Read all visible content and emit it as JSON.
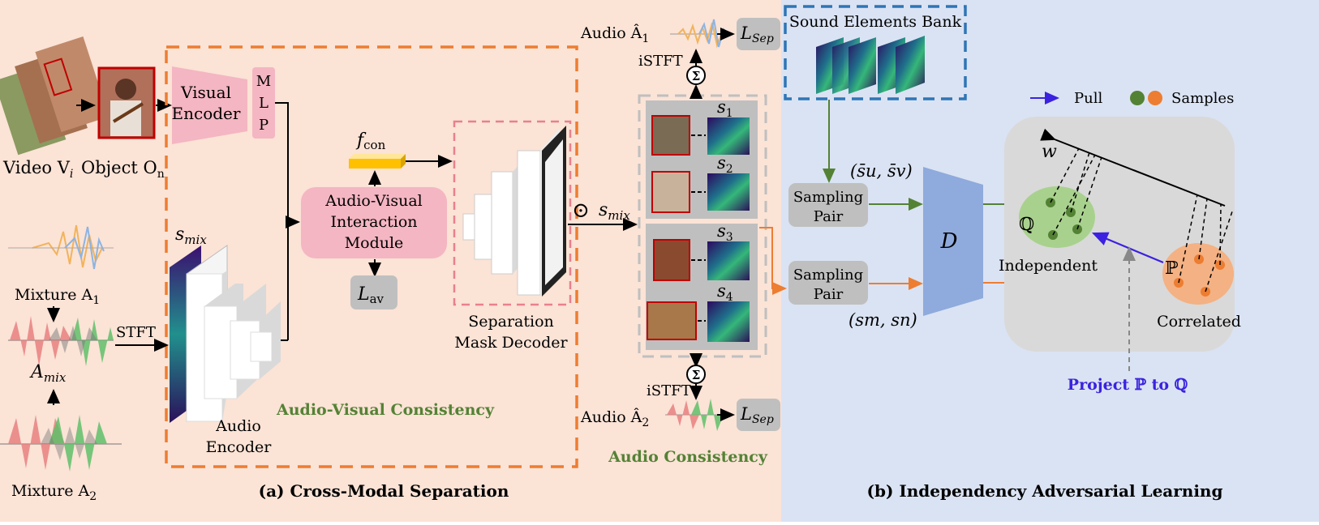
{
  "panel_a": {
    "caption": "(a) Cross-Modal Separation",
    "video_label": "Video V",
    "video_sub": "i",
    "object_label": "Object O",
    "object_sub": "n",
    "visual_encoder_line1": "Visual",
    "visual_encoder_line2": "Encoder",
    "mlp_m": "M",
    "mlp_l": "L",
    "mlp_p": "P",
    "f_con": "f",
    "f_con_sub": "con",
    "avim_line1": "Audio-Visual",
    "avim_line2": "Interaction",
    "avim_line3": "Module",
    "loss_av": "L",
    "loss_av_sub": "av",
    "s_mix": "s",
    "s_mix_sub": "mix",
    "audio_encoder_line1": "Audio",
    "audio_encoder_line2": "Encoder",
    "decoder_line1": "Separation",
    "decoder_line2": "Mask Decoder",
    "odot": "⊙",
    "s_mix2": "s",
    "s_mix2_sub": "mix",
    "mixture1": "Mixture A",
    "mixture1_sub": "1",
    "mixture2": "Mixture A",
    "mixture2_sub": "2",
    "a_mix": "A",
    "a_mix_sub": "mix",
    "stft": "STFT",
    "av_consistency": "Audio-Visual Consistency",
    "audio_consistency": "Audio Consistency",
    "istft_top": "iSTFT",
    "istft_bottom": "iSTFT",
    "audio_hat1": "Audio Â",
    "audio_hat1_sub": "1",
    "audio_hat2": "Audio Â",
    "audio_hat2_sub": "2",
    "loss_sep": "L",
    "loss_sep_sub": "Sep",
    "sigma": "Σ",
    "s1": "s",
    "s1_sub": "1",
    "s2": "s",
    "s2_sub": "2",
    "s3": "s",
    "s3_sub": "3",
    "s4": "s",
    "s4_sub": "4"
  },
  "panel_b": {
    "caption": "(b) Independency Adversarial Learning",
    "bank_title": "Sound Elements Bank",
    "sampling_pair_1a": "Sampling",
    "sampling_pair_1b": "Pair",
    "sampling_pair_2a": "Sampling",
    "sampling_pair_2b": "Pair",
    "pair_uv": "(s̄u, s̄v)",
    "pair_mn": "(sm, sn)",
    "discriminator": "D",
    "legend_pull": "Pull",
    "legend_samples": "Samples",
    "w_label": "w",
    "q_symbol": "ℚ",
    "p_symbol": "ℙ",
    "independent": "Independent",
    "correlated": "Correlated",
    "project": "Project ℙ to ℚ"
  },
  "colors": {
    "panel_a_bg": "#fbe3d6",
    "panel_b_bg": "#dae3f3",
    "orange": "#ed7d31",
    "green": "#548235",
    "blue_dashed": "#2e75b6",
    "pink": "#f4b6c2",
    "violet": "#3b22e0"
  }
}
